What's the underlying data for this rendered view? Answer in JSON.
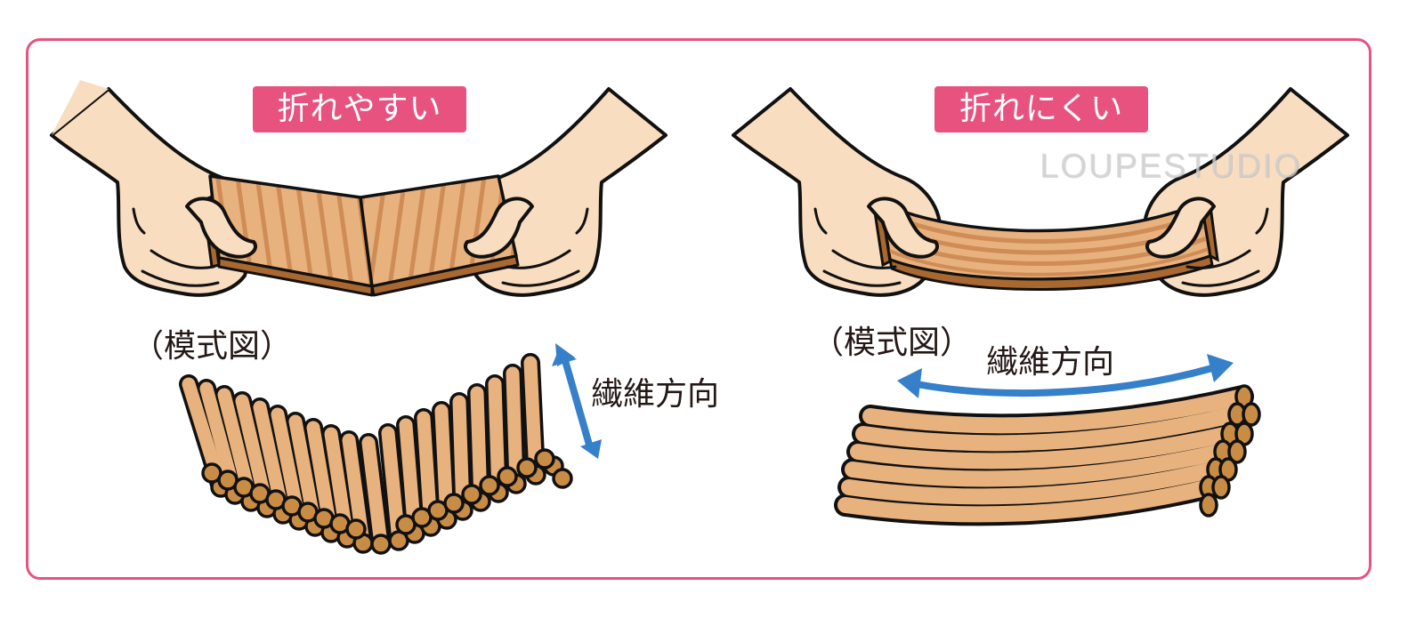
{
  "diagram": {
    "colors": {
      "frame": "#E8527F",
      "badge_bg": "#E8527F",
      "badge_text": "#FFFFFF",
      "skin": "#F9DDC0",
      "wood_light": "#E8B27E",
      "wood_stripe": "#CF8C56",
      "wood_edge": "#A8682F",
      "fiber_end": "#C98C45",
      "arrow": "#3580C8",
      "outline": "#111111",
      "text": "#231815"
    },
    "left_panel": {
      "badge": "折れやすい",
      "schematic_label": "（模式図）",
      "fiber_label": "繊維方向",
      "board": "wood-board-bent-with-vertical-grain-snapped",
      "fibers": "fiber-bundle-transverse-broken"
    },
    "right_panel": {
      "badge": "折れにくい",
      "schematic_label": "（模式図）",
      "fiber_label": "繊維方向",
      "board": "wood-board-bent-with-horizontal-grain-flexing",
      "fibers": "fiber-bundle-longitudinal-curved"
    },
    "watermark": "LOUPESTUDIO"
  }
}
